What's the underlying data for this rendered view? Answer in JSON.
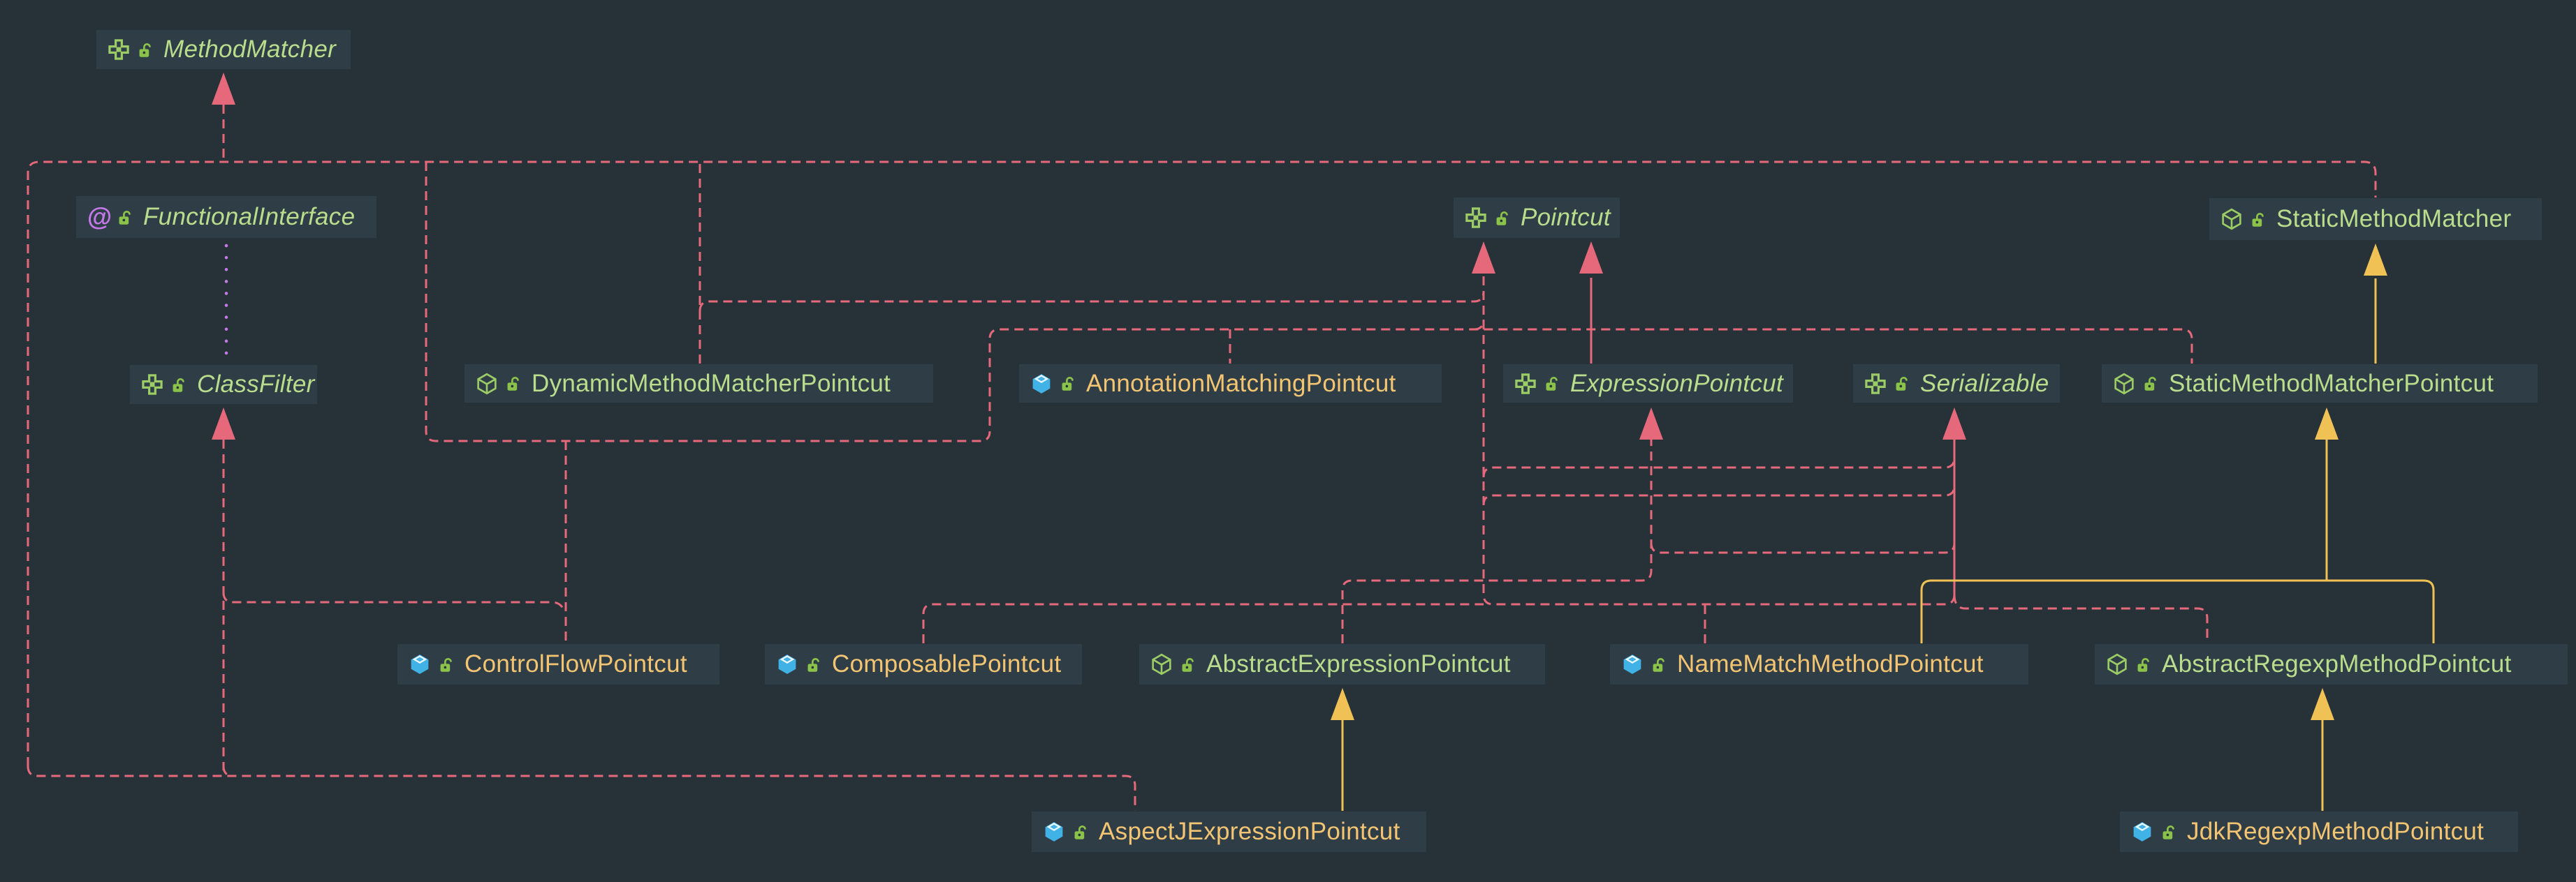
{
  "app": {
    "kind": "uml-class-diagram",
    "background_color": "#273238",
    "node_background_color": "#2f3d46"
  },
  "colors": {
    "interface_text": "#b9dd8c",
    "class_text": "#f3c573",
    "implements_edge": "#e5697a",
    "extends_edge": "#f0c155",
    "annotation_edge": "#c579e8",
    "icon_green": "#9ccc65",
    "icon_blue": "#41b2e5",
    "lock_green": "#8bc34a"
  },
  "nodes": [
    {
      "label": "MethodMatcher",
      "kind": "interface",
      "icons": [
        "interface-icon",
        "unlocked-lock-icon"
      ]
    },
    {
      "label": "FunctionalInterface",
      "kind": "annotation",
      "icons": [
        "annotation-at-icon",
        "unlocked-lock-icon"
      ]
    },
    {
      "label": "Pointcut",
      "kind": "interface",
      "icons": [
        "interface-icon",
        "unlocked-lock-icon"
      ]
    },
    {
      "label": "StaticMethodMatcher",
      "kind": "abstract",
      "icons": [
        "abstract-class-icon",
        "unlocked-lock-icon"
      ]
    },
    {
      "label": "ClassFilter",
      "kind": "interface",
      "icons": [
        "interface-icon",
        "unlocked-lock-icon"
      ]
    },
    {
      "label": "DynamicMethodMatcherPointcut",
      "kind": "abstract",
      "icons": [
        "abstract-class-icon",
        "unlocked-lock-icon"
      ]
    },
    {
      "label": "AnnotationMatchingPointcut",
      "kind": "class",
      "icons": [
        "class-icon",
        "unlocked-lock-icon"
      ]
    },
    {
      "label": "ExpressionPointcut",
      "kind": "interface",
      "icons": [
        "interface-icon",
        "unlocked-lock-icon"
      ]
    },
    {
      "label": "Serializable",
      "kind": "interface",
      "icons": [
        "interface-icon",
        "unlocked-lock-icon"
      ]
    },
    {
      "label": "StaticMethodMatcherPointcut",
      "kind": "abstract",
      "icons": [
        "abstract-class-icon",
        "unlocked-lock-icon"
      ]
    },
    {
      "label": "ControlFlowPointcut",
      "kind": "class",
      "icons": [
        "class-icon",
        "unlocked-lock-icon"
      ]
    },
    {
      "label": "ComposablePointcut",
      "kind": "class",
      "icons": [
        "class-icon",
        "unlocked-lock-icon"
      ]
    },
    {
      "label": "AbstractExpressionPointcut",
      "kind": "abstract",
      "icons": [
        "abstract-class-icon",
        "unlocked-lock-icon"
      ]
    },
    {
      "label": "NameMatchMethodPointcut",
      "kind": "class",
      "icons": [
        "class-icon",
        "unlocked-lock-icon"
      ]
    },
    {
      "label": "AbstractRegexpMethodPointcut",
      "kind": "abstract",
      "icons": [
        "abstract-class-icon",
        "unlocked-lock-icon"
      ]
    },
    {
      "label": "AspectJExpressionPointcut",
      "kind": "class",
      "icons": [
        "class-icon",
        "unlocked-lock-icon"
      ]
    },
    {
      "label": "JdkRegexpMethodPointcut",
      "kind": "class",
      "icons": [
        "class-icon",
        "unlocked-lock-icon"
      ]
    }
  ],
  "edges": [
    {
      "from": "StaticMethodMatcher",
      "to": "MethodMatcher",
      "type": "implements"
    },
    {
      "from": "DynamicMethodMatcherPointcut",
      "to": "MethodMatcher",
      "type": "implements"
    },
    {
      "from": "DynamicMethodMatcherPointcut",
      "to": "Pointcut",
      "type": "implements"
    },
    {
      "from": "ControlFlowPointcut",
      "to": "MethodMatcher",
      "type": "implements"
    },
    {
      "from": "ControlFlowPointcut",
      "to": "Pointcut",
      "type": "implements"
    },
    {
      "from": "ControlFlowPointcut",
      "to": "ClassFilter",
      "type": "implements"
    },
    {
      "from": "AnnotationMatchingPointcut",
      "to": "Pointcut",
      "type": "implements"
    },
    {
      "from": "ExpressionPointcut",
      "to": "Pointcut",
      "type": "extends-interface"
    },
    {
      "from": "StaticMethodMatcherPointcut",
      "to": "Pointcut",
      "type": "implements"
    },
    {
      "from": "StaticMethodMatcherPointcut",
      "to": "StaticMethodMatcher",
      "type": "extends"
    },
    {
      "from": "ComposablePointcut",
      "to": "Serializable",
      "type": "implements"
    },
    {
      "from": "AbstractExpressionPointcut",
      "to": "ExpressionPointcut",
      "type": "implements"
    },
    {
      "from": "AbstractExpressionPointcut",
      "to": "Serializable",
      "type": "implements"
    },
    {
      "from": "NameMatchMethodPointcut",
      "to": "Serializable",
      "type": "implements"
    },
    {
      "from": "NameMatchMethodPointcut",
      "to": "StaticMethodMatcherPointcut",
      "type": "extends"
    },
    {
      "from": "AbstractRegexpMethodPointcut",
      "to": "Serializable",
      "type": "implements"
    },
    {
      "from": "AbstractRegexpMethodPointcut",
      "to": "StaticMethodMatcherPointcut",
      "type": "extends"
    },
    {
      "from": "AspectJExpressionPointcut",
      "to": "MethodMatcher",
      "type": "implements"
    },
    {
      "from": "AspectJExpressionPointcut",
      "to": "ClassFilter",
      "type": "implements"
    },
    {
      "from": "AspectJExpressionPointcut",
      "to": "AbstractExpressionPointcut",
      "type": "extends"
    },
    {
      "from": "JdkRegexpMethodPointcut",
      "to": "AbstractRegexpMethodPointcut",
      "type": "extends"
    },
    {
      "from": "FunctionalInterface",
      "to": "ClassFilter",
      "type": "annotation"
    }
  ]
}
